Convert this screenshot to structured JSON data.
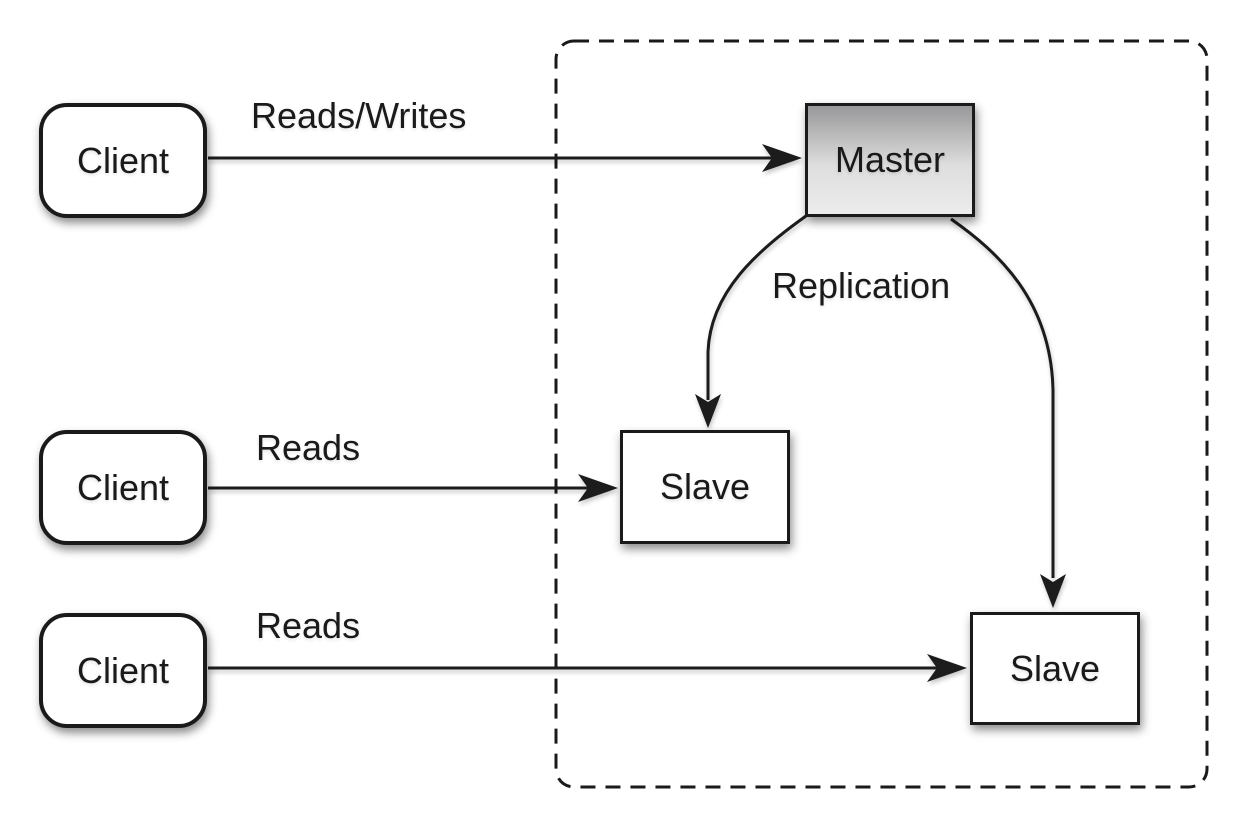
{
  "nodes": {
    "client1": {
      "label": "Client"
    },
    "client2": {
      "label": "Client"
    },
    "client3": {
      "label": "Client"
    },
    "master": {
      "label": "Master"
    },
    "slave1": {
      "label": "Slave"
    },
    "slave2": {
      "label": "Slave"
    }
  },
  "edges": {
    "reads_writes": {
      "label": "Reads/Writes",
      "from": "Client",
      "to": "Master"
    },
    "reads_upper": {
      "label": "Reads",
      "from": "Client",
      "to": "Slave"
    },
    "reads_lower": {
      "label": "Reads",
      "from": "Client",
      "to": "Slave"
    },
    "replication": {
      "label": "Replication",
      "from": "Master",
      "to": "Slave"
    }
  },
  "boundary": {
    "style": "dashed",
    "meaning": "replication-group"
  },
  "colors": {
    "background": "#ffffff",
    "stroke": "#1a1a1a",
    "node_fill": "#ffffff",
    "master_gradient_top": "#98989a",
    "master_gradient_mid": "#dedede",
    "master_gradient_bottom": "#ececec"
  }
}
